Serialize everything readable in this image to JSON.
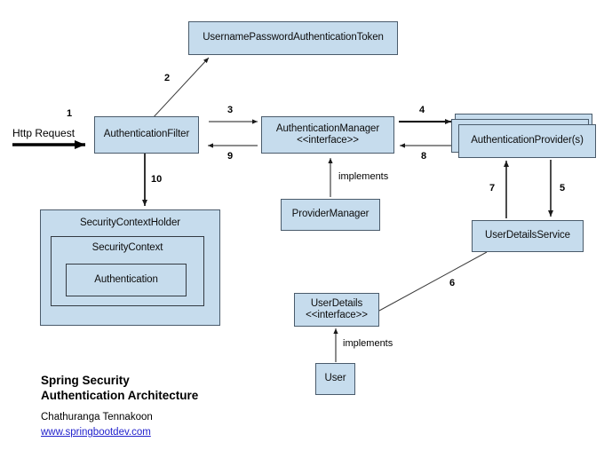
{
  "diagram": {
    "title_lines": "Spring Security\nAuthentication Architecture",
    "author": "Chathuranga Tennakoon",
    "website": "www.springbootdev.com",
    "colors": {
      "node_fill": "#c6dced",
      "node_stroke": "#4a5b6b",
      "edge": "#1a1a1a",
      "link": "#2222cc",
      "background": "#ffffff"
    },
    "nodes": {
      "token": "UsernamePasswordAuthenticationToken",
      "authentication_filter": "AuthenticationFilter",
      "authentication_manager": "AuthenticationManager\n<<interface>>",
      "authentication_provider": "AuthenticationProvider(s)",
      "provider_manager": "ProviderManager",
      "user_details_service": "UserDetailsService",
      "user_details": "UserDetails\n<<interface>>",
      "user": "User",
      "security_context_holder": "SecurityContextHolder",
      "security_context": "SecurityContext",
      "authentication": "Authentication"
    },
    "edge_labels": {
      "step1": "1",
      "step2": "2",
      "step3": "3",
      "step4": "4",
      "step5": "5",
      "step6": "6",
      "step7": "7",
      "step8": "8",
      "step9": "9",
      "step10": "10",
      "http_request": "Http Request",
      "implements_manager": "implements",
      "implements_userdetails": "implements"
    }
  }
}
